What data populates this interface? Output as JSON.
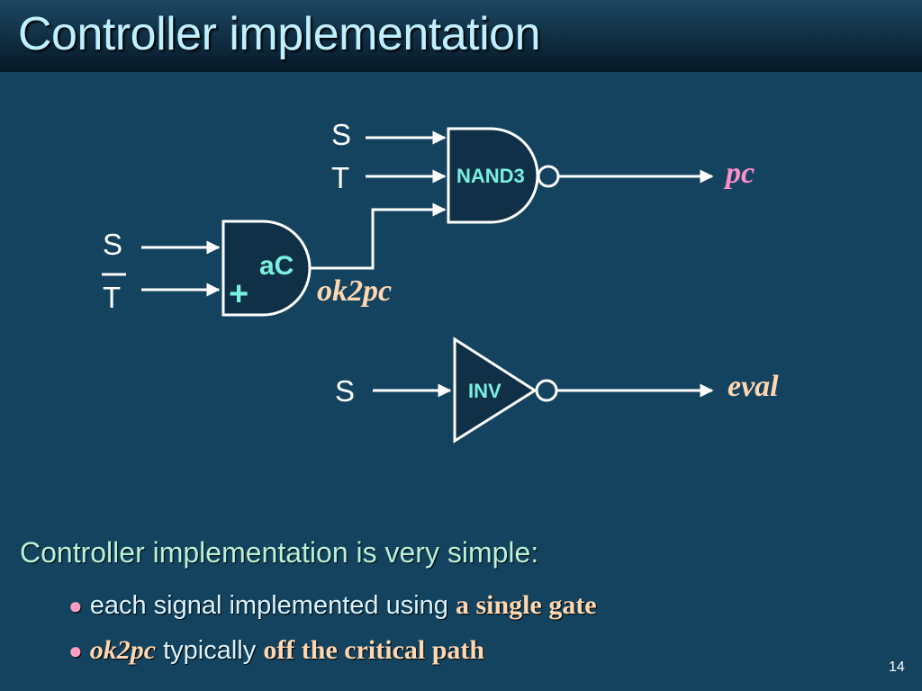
{
  "title": "Controller implementation",
  "diagram": {
    "nand_gate": {
      "label": "NAND3",
      "inputs": [
        "S",
        "T"
      ],
      "output": "pc"
    },
    "ac_gate": {
      "label": "aC",
      "plus": "+",
      "inputs": [
        "S",
        "T"
      ],
      "output": "ok2pc"
    },
    "inv_gate": {
      "label": "INV",
      "input": "S",
      "output": "eval"
    }
  },
  "colors": {
    "background": "#14435f",
    "gate_fill": "#0f3046",
    "pc": "#ff8fc8",
    "ok2pc": "#ffd7b0",
    "eval": "#ffd7b0",
    "gate_label": "#7af0e0"
  },
  "body": {
    "lead": "Controller implementation is very simple:",
    "bullets": [
      {
        "prefix": "each signal implemented using ",
        "emph": "a single gate",
        "suffix": ""
      },
      {
        "prefix": "ok2pc",
        "middle": " typically ",
        "emph": "off the critical path"
      }
    ]
  },
  "page_number": "14"
}
